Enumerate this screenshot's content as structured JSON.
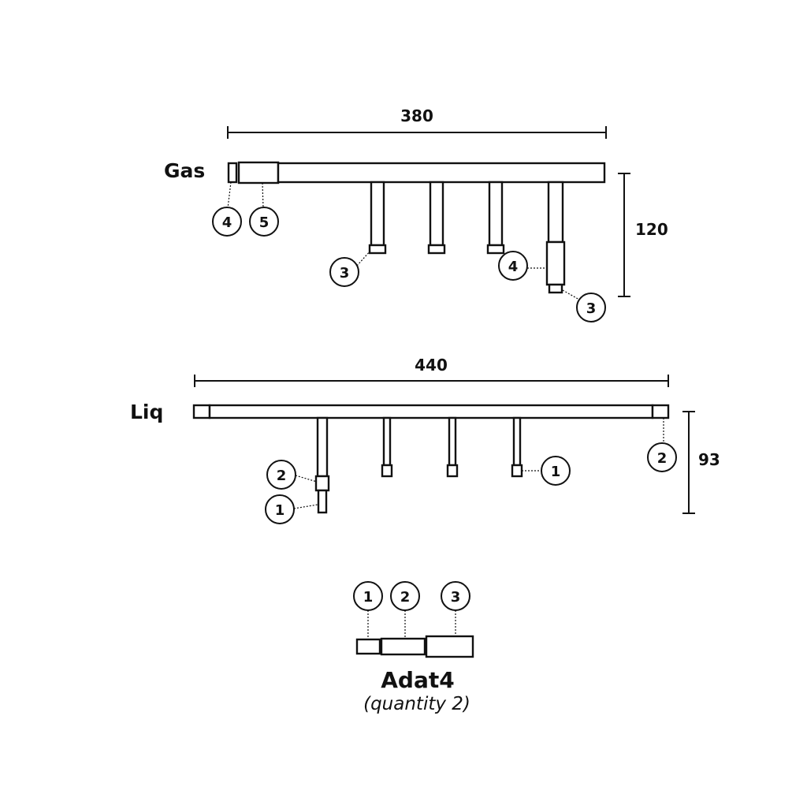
{
  "gas": {
    "label": "Gas",
    "width_dim": "380",
    "height_dim": "120",
    "callouts": [
      "4",
      "5",
      "3",
      "4",
      "3"
    ]
  },
  "liq": {
    "label": "Liq",
    "width_dim": "440",
    "height_dim": "93",
    "callouts": [
      "2",
      "1",
      "1",
      "2"
    ]
  },
  "adapter": {
    "callouts": [
      "1",
      "2",
      "3"
    ],
    "title": "Adat4",
    "quantity": "(quantity 2)"
  }
}
